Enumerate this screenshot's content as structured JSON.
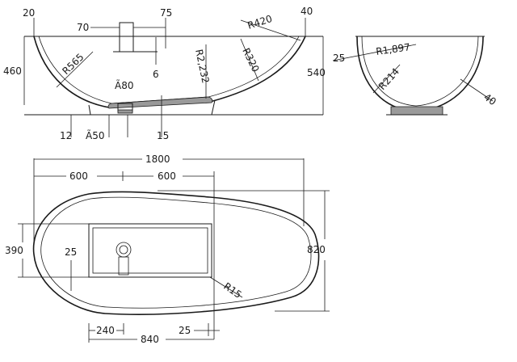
{
  "side_view": {
    "dims": {
      "top_left_gap": "20",
      "overflow_width": "70",
      "overflow_offset": "75",
      "right_gap": "40",
      "radius_top": "R420",
      "radius_left": "R565",
      "radius_inner": "R320",
      "radius_bottom": "R2,232",
      "inner_height": "460",
      "outer_height": "540",
      "wall_thickness_overflow": "6",
      "drain_diameter": "Ã80",
      "base_gap": "12",
      "drain_outlet": "Ã50",
      "base_height": "15"
    }
  },
  "end_view": {
    "dims": {
      "rim": "25",
      "radius_large": "R1,897",
      "radius_mid": "R214",
      "wall": "40"
    }
  },
  "plan_view": {
    "dims": {
      "total_length": "1800",
      "left_half": "600",
      "right_half": "600",
      "width": "820",
      "inner_depth": "390",
      "offset_small": "25",
      "corner_radius": "R15",
      "drain_offset": "240",
      "platform_length": "840",
      "platform_edge": "25"
    }
  }
}
